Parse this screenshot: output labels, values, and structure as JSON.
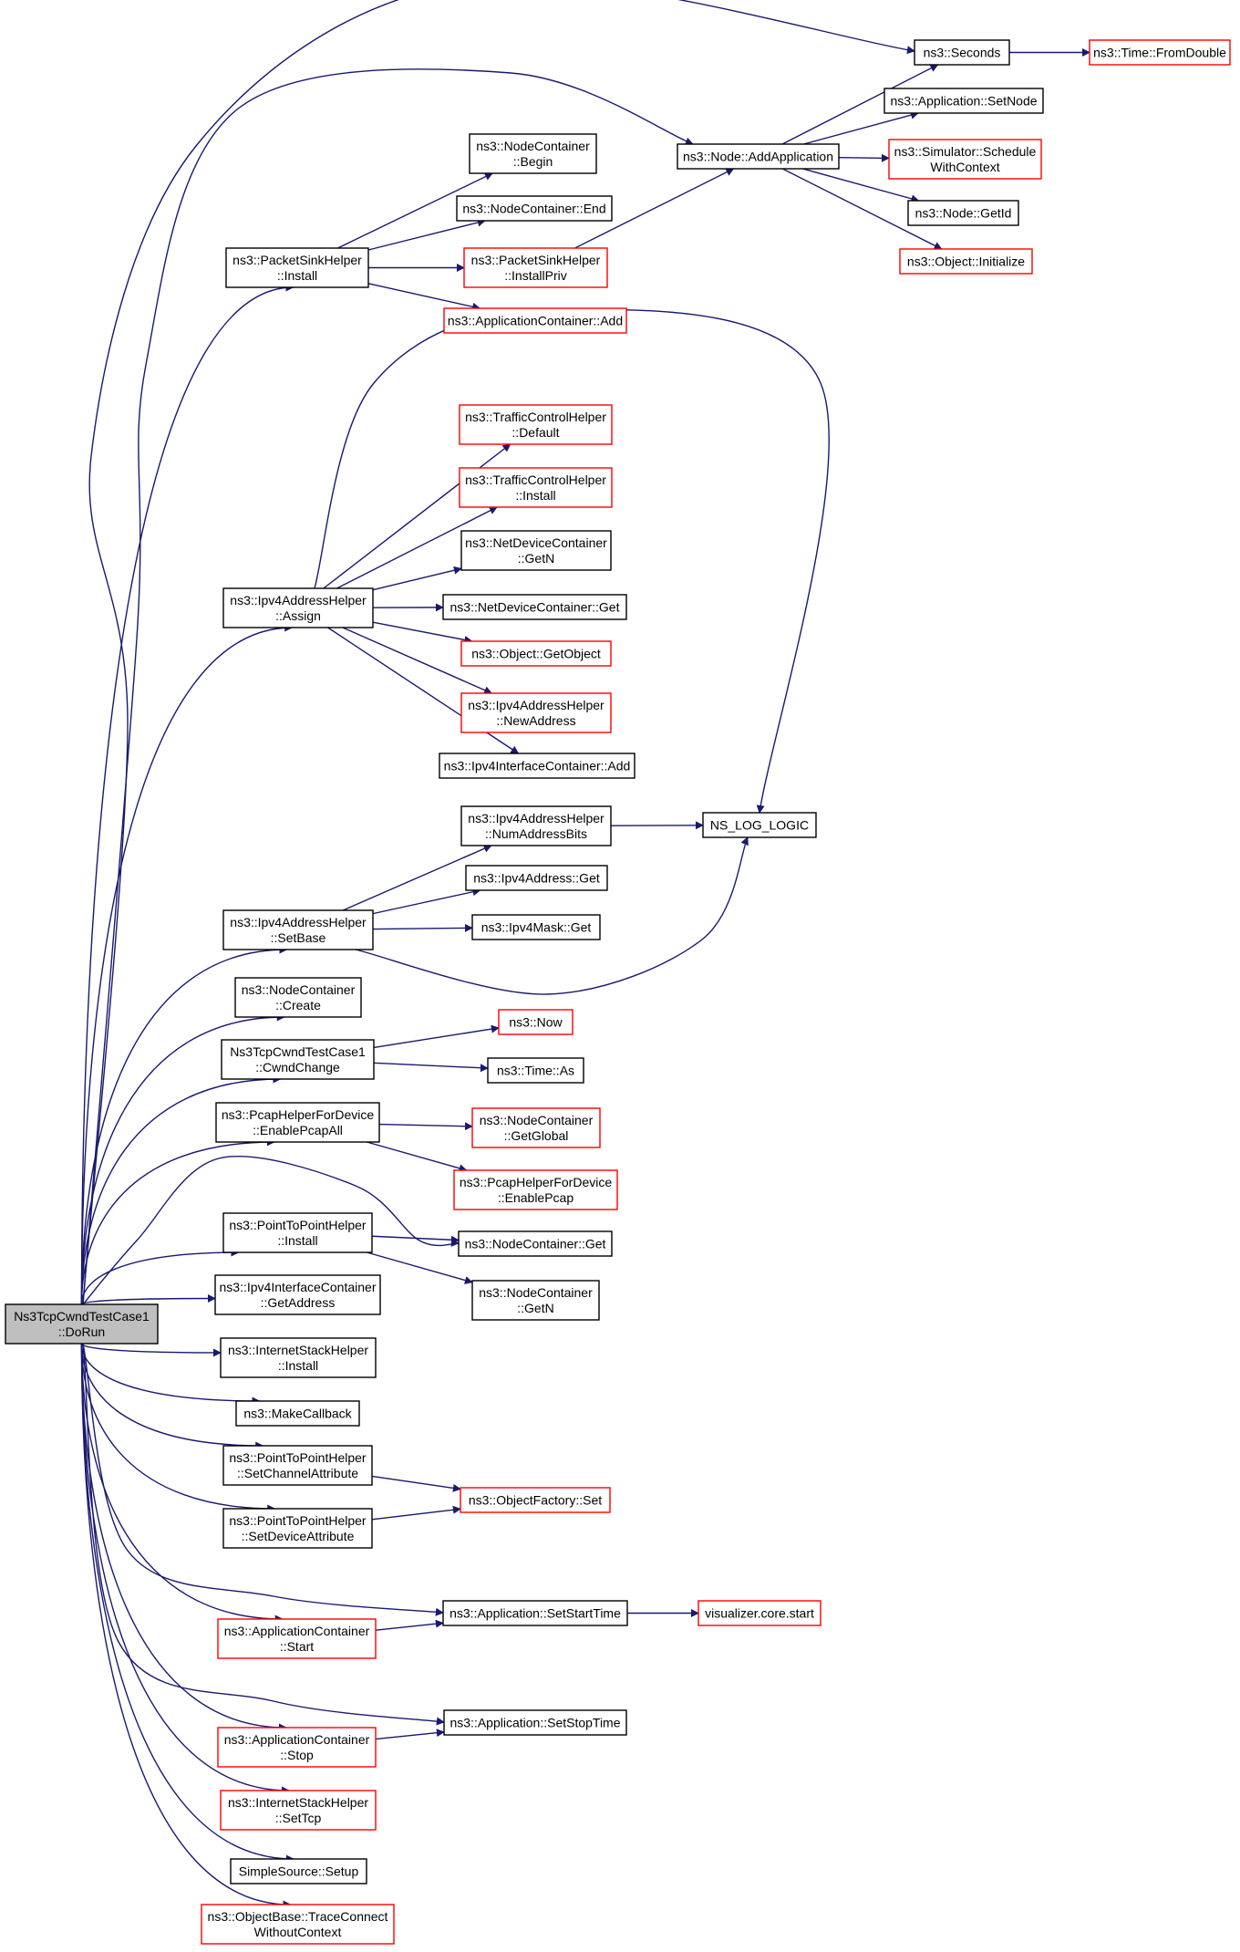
{
  "colors": {
    "edge": "#191970",
    "border_normal": "#000000",
    "border_undocumented": "#ff0000",
    "root_fill": "#bfbfbf",
    "node_fill": "#ffffff"
  },
  "nodes": [
    {
      "id": "root",
      "lines": [
        "Ns3TcpCwndTestCase1",
        "::DoRun"
      ],
      "style": "root"
    },
    {
      "id": "seconds",
      "lines": [
        "ns3::Seconds"
      ],
      "style": "normal"
    },
    {
      "id": "fromdouble",
      "lines": [
        "ns3::Time::FromDouble"
      ],
      "style": "red"
    },
    {
      "id": "appsetnode",
      "lines": [
        "ns3::Application::SetNode"
      ],
      "style": "normal"
    },
    {
      "id": "nodeaddapp",
      "lines": [
        "ns3::Node::AddApplication"
      ],
      "style": "normal"
    },
    {
      "id": "simsched",
      "lines": [
        "ns3::Simulator::Schedule",
        "WithContext"
      ],
      "style": "red"
    },
    {
      "id": "nodegetid",
      "lines": [
        "ns3::Node::GetId"
      ],
      "style": "normal"
    },
    {
      "id": "objinit",
      "lines": [
        "ns3::Object::Initialize"
      ],
      "style": "red"
    },
    {
      "id": "ncbegin",
      "lines": [
        "ns3::NodeContainer",
        "::Begin"
      ],
      "style": "normal"
    },
    {
      "id": "ncend",
      "lines": [
        "ns3::NodeContainer::End"
      ],
      "style": "normal"
    },
    {
      "id": "psinstall",
      "lines": [
        "ns3::PacketSinkHelper",
        "::Install"
      ],
      "style": "normal"
    },
    {
      "id": "psinstallpriv",
      "lines": [
        "ns3::PacketSinkHelper",
        "::InstallPriv"
      ],
      "style": "red"
    },
    {
      "id": "appcadd",
      "lines": [
        "ns3::ApplicationContainer::Add"
      ],
      "style": "red"
    },
    {
      "id": "tchdefault",
      "lines": [
        "ns3::TrafficControlHelper",
        "::Default"
      ],
      "style": "red"
    },
    {
      "id": "tchinstall",
      "lines": [
        "ns3::TrafficControlHelper",
        "::Install"
      ],
      "style": "red"
    },
    {
      "id": "ndcgetn",
      "lines": [
        "ns3::NetDeviceContainer",
        "::GetN"
      ],
      "style": "normal"
    },
    {
      "id": "ipv4assign",
      "lines": [
        "ns3::Ipv4AddressHelper",
        "::Assign"
      ],
      "style": "normal"
    },
    {
      "id": "ndcget",
      "lines": [
        "ns3::NetDeviceContainer::Get"
      ],
      "style": "normal"
    },
    {
      "id": "objgetobj",
      "lines": [
        "ns3::Object::GetObject"
      ],
      "style": "red"
    },
    {
      "id": "ipv4newaddr",
      "lines": [
        "ns3::Ipv4AddressHelper",
        "::NewAddress"
      ],
      "style": "red"
    },
    {
      "id": "ipv4icadd",
      "lines": [
        "ns3::Ipv4InterfaceContainer::Add"
      ],
      "style": "normal"
    },
    {
      "id": "ipv4numbits",
      "lines": [
        "ns3::Ipv4AddressHelper",
        "::NumAddressBits"
      ],
      "style": "normal"
    },
    {
      "id": "nslog",
      "lines": [
        "NS_LOG_LOGIC"
      ],
      "style": "normal"
    },
    {
      "id": "ipv4addrget",
      "lines": [
        "ns3::Ipv4Address::Get"
      ],
      "style": "normal"
    },
    {
      "id": "ipv4setbase",
      "lines": [
        "ns3::Ipv4AddressHelper",
        "::SetBase"
      ],
      "style": "normal"
    },
    {
      "id": "ipv4maskget",
      "lines": [
        "ns3::Ipv4Mask::Get"
      ],
      "style": "normal"
    },
    {
      "id": "nccreate",
      "lines": [
        "ns3::NodeContainer",
        "::Create"
      ],
      "style": "normal"
    },
    {
      "id": "cwndchange",
      "lines": [
        "Ns3TcpCwndTestCase1",
        "::CwndChange"
      ],
      "style": "normal"
    },
    {
      "id": "now",
      "lines": [
        "ns3::Now"
      ],
      "style": "red"
    },
    {
      "id": "timeas",
      "lines": [
        "ns3::Time::As"
      ],
      "style": "normal"
    },
    {
      "id": "pcapall",
      "lines": [
        "ns3::PcapHelperForDevice",
        "::EnablePcapAll"
      ],
      "style": "normal"
    },
    {
      "id": "ncgetglobal",
      "lines": [
        "ns3::NodeContainer",
        "::GetGlobal"
      ],
      "style": "red"
    },
    {
      "id": "pcapenable",
      "lines": [
        "ns3::PcapHelperForDevice",
        "::EnablePcap"
      ],
      "style": "red"
    },
    {
      "id": "p2pinstall",
      "lines": [
        "ns3::PointToPointHelper",
        "::Install"
      ],
      "style": "normal"
    },
    {
      "id": "ncget",
      "lines": [
        "ns3::NodeContainer::Get"
      ],
      "style": "normal"
    },
    {
      "id": "ncgetn",
      "lines": [
        "ns3::NodeContainer",
        "::GetN"
      ],
      "style": "normal"
    },
    {
      "id": "ipv4icgetaddr",
      "lines": [
        "ns3::Ipv4InterfaceContainer",
        "::GetAddress"
      ],
      "style": "normal"
    },
    {
      "id": "ishinstall",
      "lines": [
        "ns3::InternetStackHelper",
        "::Install"
      ],
      "style": "normal"
    },
    {
      "id": "makecallback",
      "lines": [
        "ns3::MakeCallback"
      ],
      "style": "normal"
    },
    {
      "id": "p2psetchan",
      "lines": [
        "ns3::PointToPointHelper",
        "::SetChannelAttribute"
      ],
      "style": "normal"
    },
    {
      "id": "objfactset",
      "lines": [
        "ns3::ObjectFactory::Set"
      ],
      "style": "red"
    },
    {
      "id": "p2psetdev",
      "lines": [
        "ns3::PointToPointHelper",
        "::SetDeviceAttribute"
      ],
      "style": "normal"
    },
    {
      "id": "appsetstart",
      "lines": [
        "ns3::Application::SetStartTime"
      ],
      "style": "normal"
    },
    {
      "id": "vizstart",
      "lines": [
        "visualizer.core.start"
      ],
      "style": "red"
    },
    {
      "id": "appcstart",
      "lines": [
        "ns3::ApplicationContainer",
        "::Start"
      ],
      "style": "red"
    },
    {
      "id": "appsetstop",
      "lines": [
        "ns3::Application::SetStopTime"
      ],
      "style": "normal"
    },
    {
      "id": "appcstop",
      "lines": [
        "ns3::ApplicationContainer",
        "::Stop"
      ],
      "style": "red"
    },
    {
      "id": "ishsettcp",
      "lines": [
        "ns3::InternetStackHelper",
        "::SetTcp"
      ],
      "style": "red"
    },
    {
      "id": "simplesetup",
      "lines": [
        "SimpleSource::Setup"
      ],
      "style": "normal"
    },
    {
      "id": "traceconnect",
      "lines": [
        "ns3::ObjectBase::TraceConnect",
        "WithoutContext"
      ],
      "style": "red"
    }
  ],
  "edges": [
    {
      "from": "root",
      "to": "seconds"
    },
    {
      "from": "root",
      "to": "nodeaddapp"
    },
    {
      "from": "root",
      "to": "psinstall"
    },
    {
      "from": "root",
      "to": "ipv4assign"
    },
    {
      "from": "root",
      "to": "ipv4setbase"
    },
    {
      "from": "root",
      "to": "nccreate"
    },
    {
      "from": "root",
      "to": "cwndchange"
    },
    {
      "from": "root",
      "to": "pcapall"
    },
    {
      "from": "root",
      "to": "p2pinstall"
    },
    {
      "from": "root",
      "to": "ncget"
    },
    {
      "from": "root",
      "to": "ipv4icgetaddr"
    },
    {
      "from": "root",
      "to": "ishinstall"
    },
    {
      "from": "root",
      "to": "makecallback"
    },
    {
      "from": "root",
      "to": "p2psetchan"
    },
    {
      "from": "root",
      "to": "p2psetdev"
    },
    {
      "from": "root",
      "to": "appsetstart"
    },
    {
      "from": "root",
      "to": "appcstart"
    },
    {
      "from": "root",
      "to": "appsetstop"
    },
    {
      "from": "root",
      "to": "appcstop"
    },
    {
      "from": "root",
      "to": "ishsettcp"
    },
    {
      "from": "root",
      "to": "simplesetup"
    },
    {
      "from": "root",
      "to": "traceconnect"
    },
    {
      "from": "seconds",
      "to": "fromdouble"
    },
    {
      "from": "nodeaddapp",
      "to": "seconds"
    },
    {
      "from": "nodeaddapp",
      "to": "appsetnode"
    },
    {
      "from": "nodeaddapp",
      "to": "simsched"
    },
    {
      "from": "nodeaddapp",
      "to": "nodegetid"
    },
    {
      "from": "nodeaddapp",
      "to": "objinit"
    },
    {
      "from": "psinstall",
      "to": "ncbegin"
    },
    {
      "from": "psinstall",
      "to": "ncend"
    },
    {
      "from": "psinstall",
      "to": "psinstallpriv"
    },
    {
      "from": "psinstall",
      "to": "appcadd"
    },
    {
      "from": "psinstallpriv",
      "to": "nodeaddapp"
    },
    {
      "from": "ipv4assign",
      "to": "tchdefault"
    },
    {
      "from": "ipv4assign",
      "to": "tchinstall"
    },
    {
      "from": "ipv4assign",
      "to": "ndcgetn"
    },
    {
      "from": "ipv4assign",
      "to": "ndcget"
    },
    {
      "from": "ipv4assign",
      "to": "objgetobj"
    },
    {
      "from": "ipv4assign",
      "to": "ipv4newaddr"
    },
    {
      "from": "ipv4assign",
      "to": "ipv4icadd"
    },
    {
      "from": "ipv4assign",
      "to": "nslog"
    },
    {
      "from": "ipv4setbase",
      "to": "ipv4numbits"
    },
    {
      "from": "ipv4setbase",
      "to": "ipv4addrget"
    },
    {
      "from": "ipv4setbase",
      "to": "ipv4maskget"
    },
    {
      "from": "ipv4setbase",
      "to": "nslog"
    },
    {
      "from": "ipv4numbits",
      "to": "nslog"
    },
    {
      "from": "cwndchange",
      "to": "now"
    },
    {
      "from": "cwndchange",
      "to": "timeas"
    },
    {
      "from": "pcapall",
      "to": "ncgetglobal"
    },
    {
      "from": "pcapall",
      "to": "pcapenable"
    },
    {
      "from": "p2pinstall",
      "to": "ncget"
    },
    {
      "from": "p2pinstall",
      "to": "ncgetn"
    },
    {
      "from": "p2psetchan",
      "to": "objfactset"
    },
    {
      "from": "p2psetdev",
      "to": "objfactset"
    },
    {
      "from": "appsetstart",
      "to": "vizstart"
    },
    {
      "from": "appcstart",
      "to": "appsetstart"
    },
    {
      "from": "appcstop",
      "to": "appsetstop"
    }
  ]
}
